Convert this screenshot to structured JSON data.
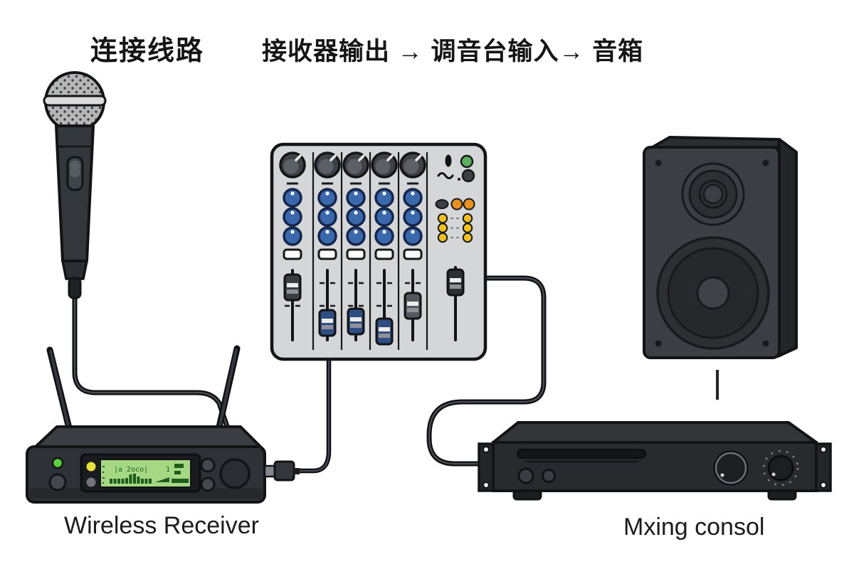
{
  "header": {
    "title": "连接线路",
    "flow": "接收器输出 → 调音台输入→ 音箱"
  },
  "labels": {
    "receiver": "Wireless Receiver",
    "console": "Mxing consol"
  },
  "receiver": {
    "lcd_text": "|a 2oco|",
    "lcd_channel": "1"
  },
  "colors": {
    "background": "#ffffff",
    "outline": "#121315",
    "mixer_panel": "#d5d6d8",
    "knob_blue": "#3a68ad",
    "device_dark": "#2e3135",
    "speaker_front": "#3b3e42",
    "lcd_green": "#a6d883",
    "lcd_dark": "#1d5c1d",
    "led_green": "#5ad13d",
    "led_yellow": "#e8e13a",
    "led_orange": "#e8901f",
    "button_yellow": "#f2c21a"
  }
}
